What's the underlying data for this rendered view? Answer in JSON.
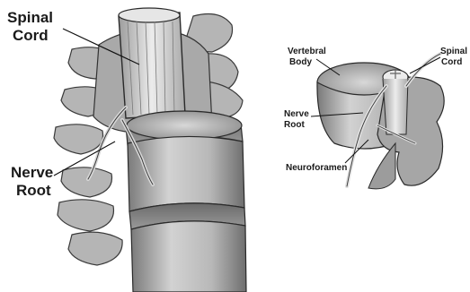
{
  "left_figure": {
    "labels": {
      "spinal_cord_line1": "Spinal",
      "spinal_cord_line2": "Cord",
      "nerve_root_line1": "Nerve",
      "nerve_root_line2": "Root"
    }
  },
  "right_figure": {
    "labels": {
      "vertebral_body_line1": "Vertebral",
      "vertebral_body_line2": "Body",
      "spinal_cord_line1": "Spinal",
      "spinal_cord_line2": "Cord",
      "nerve_root_line1": "Nerve",
      "nerve_root_line2": "Root",
      "neuroforamen": "Neuroforamen"
    }
  },
  "colors": {
    "bone_light": "#c9c9c9",
    "bone_mid": "#9a9a9a",
    "bone_dark": "#4a4a4a",
    "disc": "#7d7d7d",
    "cord": "#dcdcdc",
    "outline": "#2a2a2a"
  }
}
